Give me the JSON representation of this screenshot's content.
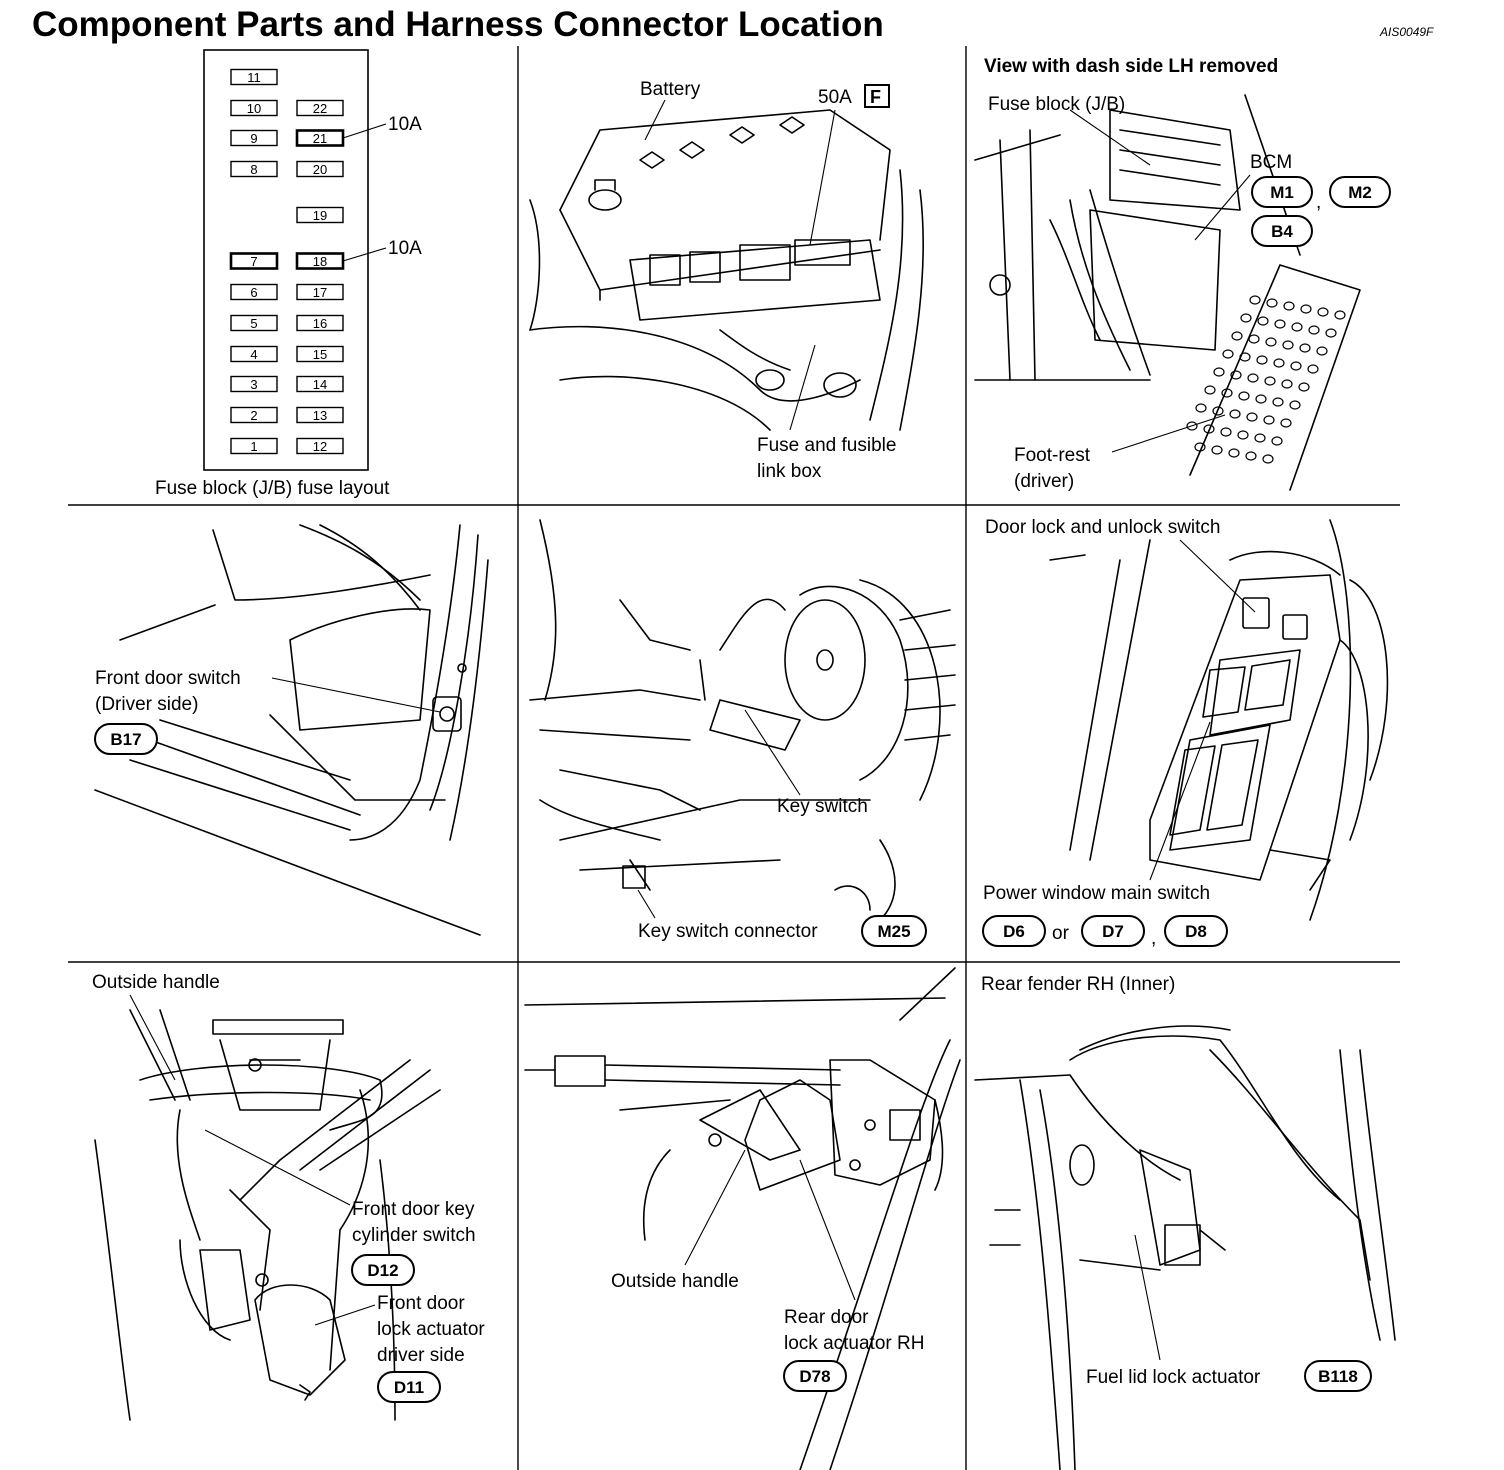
{
  "title": "Component Parts and Harness Connector Location",
  "figure_code": "AIS0049F",
  "panels": {
    "fuse_layout": {
      "caption": "Fuse block (J/B) fuse layout",
      "amp_labels": [
        "10A",
        "10A"
      ],
      "left_fuses": [
        "11",
        "10",
        "9",
        "8",
        "7",
        "6",
        "5",
        "4",
        "3",
        "2",
        "1"
      ],
      "right_fuses": [
        "22",
        "21",
        "20",
        "19",
        "18",
        "17",
        "16",
        "15",
        "14",
        "13",
        "12"
      ]
    },
    "battery": {
      "battery_label": "Battery",
      "fuse_rating": "50A",
      "fuse_letter": "F",
      "box_label_line1": "Fuse and fusible",
      "box_label_line2": "link box"
    },
    "dash_side": {
      "heading": "View with dash side LH removed",
      "fuse_block_label": "Fuse block (J/B)",
      "bcm_label": "BCM",
      "connectors": [
        "M1",
        "M2",
        "B4"
      ],
      "separator": ",",
      "footrest_line1": "Foot-rest",
      "footrest_line2": "(driver)"
    },
    "door_switch": {
      "label_line1": "Front door switch",
      "label_line2": "(Driver side)",
      "connector": "B17"
    },
    "key_switch": {
      "key_switch_label": "Key switch",
      "connector_label": "Key switch connector",
      "connector": "M25"
    },
    "power_window": {
      "heading": "Door lock and unlock switch",
      "switch_label": "Power window main switch",
      "connectors": [
        "D6",
        "D7",
        "D8"
      ],
      "or_text": "or",
      "separator": ","
    },
    "front_door": {
      "outside_handle": "Outside handle",
      "key_cyl_line1": "Front door key",
      "key_cyl_line2": "cylinder switch",
      "key_cyl_connector": "D12",
      "actuator_line1": "Front door",
      "actuator_line2": "lock actuator",
      "actuator_line3": "driver side",
      "actuator_connector": "D11"
    },
    "rear_door": {
      "outside_handle": "Outside handle",
      "actuator_line1": "Rear door",
      "actuator_line2": "lock actuator RH",
      "connector": "D78"
    },
    "rear_fender": {
      "heading": "Rear fender RH (Inner)",
      "actuator_label": "Fuel lid lock actuator",
      "connector": "B118"
    }
  }
}
